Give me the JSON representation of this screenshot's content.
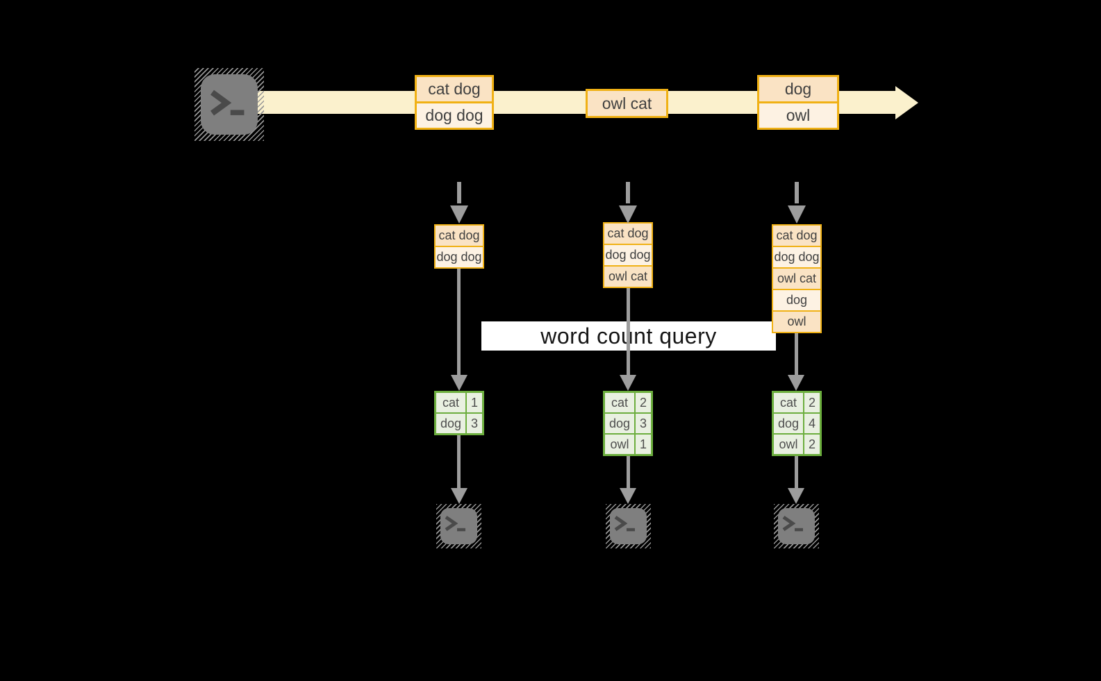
{
  "colors": {
    "background": "#000000",
    "stream_band": "#FBF1CD",
    "event_border": "#F0B115",
    "event_fill_dark": "#FAE3C4",
    "event_fill_light": "#FDF2E3",
    "table_border": "#6CAE3E",
    "table_fill": "#E9F0E1",
    "arrow_gray": "#9D9D9D",
    "terminal_gray": "#7F7F7F",
    "query_band": "#FFFFFF"
  },
  "stream": {
    "source_icon": "terminal-icon",
    "event_groups": [
      {
        "rows": [
          "cat dog",
          "dog dog"
        ]
      },
      {
        "rows": [
          "owl cat"
        ]
      },
      {
        "rows": [
          "dog",
          "owl"
        ]
      }
    ]
  },
  "query_label": "word count query",
  "workers": [
    {
      "buffer": [
        "cat dog",
        "dog dog"
      ],
      "counts": [
        {
          "word": "cat",
          "count": "1"
        },
        {
          "word": "dog",
          "count": "3"
        }
      ],
      "sink_icon": "terminal-icon"
    },
    {
      "buffer": [
        "cat dog",
        "dog dog",
        "owl cat"
      ],
      "counts": [
        {
          "word": "cat",
          "count": "2"
        },
        {
          "word": "dog",
          "count": "3"
        },
        {
          "word": "owl",
          "count": "1"
        }
      ],
      "sink_icon": "terminal-icon"
    },
    {
      "buffer": [
        "cat dog",
        "dog dog",
        "owl cat",
        "dog",
        "owl"
      ],
      "counts": [
        {
          "word": "cat",
          "count": "2"
        },
        {
          "word": "dog",
          "count": "4"
        },
        {
          "word": "owl",
          "count": "2"
        }
      ],
      "sink_icon": "terminal-icon"
    }
  ]
}
